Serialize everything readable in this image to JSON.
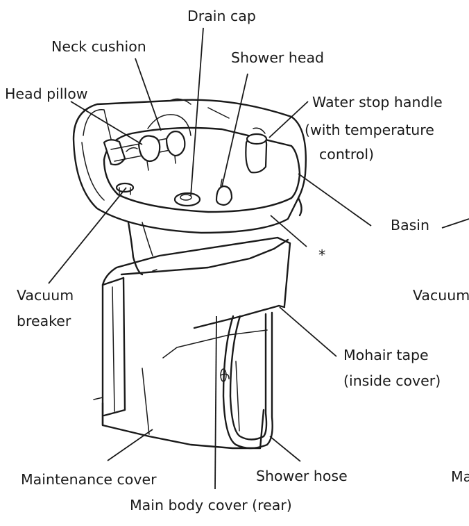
{
  "labels": {
    "drain_cap": "Drain cap",
    "neck_cushion": "Neck cushion",
    "shower_head": "Shower head",
    "head_pillow": "Head pillow",
    "water_stop_1": "Water stop handle",
    "water_stop_2": "(with temperature",
    "water_stop_3": "control)",
    "basin": "Basin",
    "asterisk": "*",
    "vacuum_breaker_1": "Vacuum",
    "vacuum_breaker_2": "breaker",
    "vacuum_right": "Vacuum",
    "mohair_1": "Mohair tape",
    "mohair_2": "(inside cover)",
    "maintenance_cover": "Maintenance cover",
    "shower_hose": "Shower hose",
    "main_body_cover": "Main body cover (rear)",
    "ma_fragment": "Ma"
  }
}
